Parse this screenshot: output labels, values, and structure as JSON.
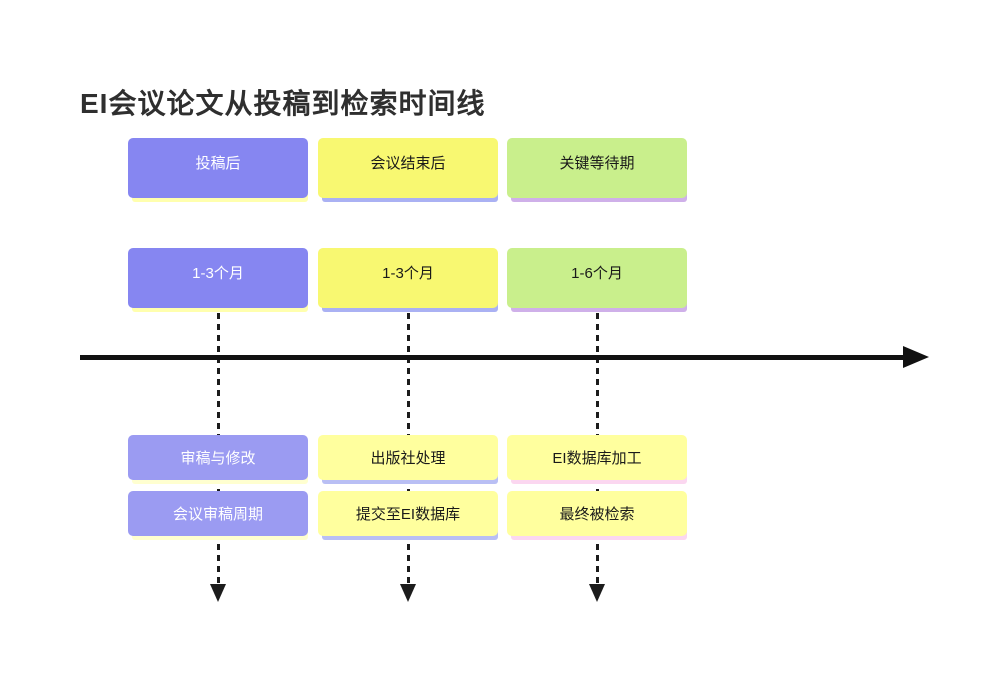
{
  "title": "EI会议论文从投稿到检索时间线",
  "axis": {
    "color": "#111111",
    "dash_color": "#1c1c1c"
  },
  "columns": [
    {
      "phase": "投稿后",
      "duration": "1-3个月",
      "stages": [
        "审稿与修改",
        "会议审稿周期"
      ],
      "colors": {
        "header_bg": "#8686f1",
        "header_text": "#ffffff",
        "header_shadow": "#ffffae",
        "stage_bg": "#9b9bf2",
        "stage_text": "#ffffff",
        "stage_shadow": "#ffffd0"
      }
    },
    {
      "phase": "会议结束后",
      "duration": "1-3个月",
      "stages": [
        "出版社处理",
        "提交至EI数据库"
      ],
      "colors": {
        "header_bg": "#f8f871",
        "header_text": "#1a1a1a",
        "header_shadow": "#aab1f3",
        "stage_bg": "#ffff9e",
        "stage_text": "#1a1a1a",
        "stage_shadow": "#b9bff4"
      }
    },
    {
      "phase": "关键等待期",
      "duration": "1-6个月",
      "stages": [
        "EI数据库加工",
        "最终被检索"
      ],
      "colors": {
        "header_bg": "#c9ef8c",
        "header_text": "#1a1a1a",
        "header_shadow": "#cfb0e9",
        "stage_bg": "#ffff9e",
        "stage_text": "#1a1a1a",
        "stage_shadow": "#fbd7f0"
      }
    }
  ]
}
